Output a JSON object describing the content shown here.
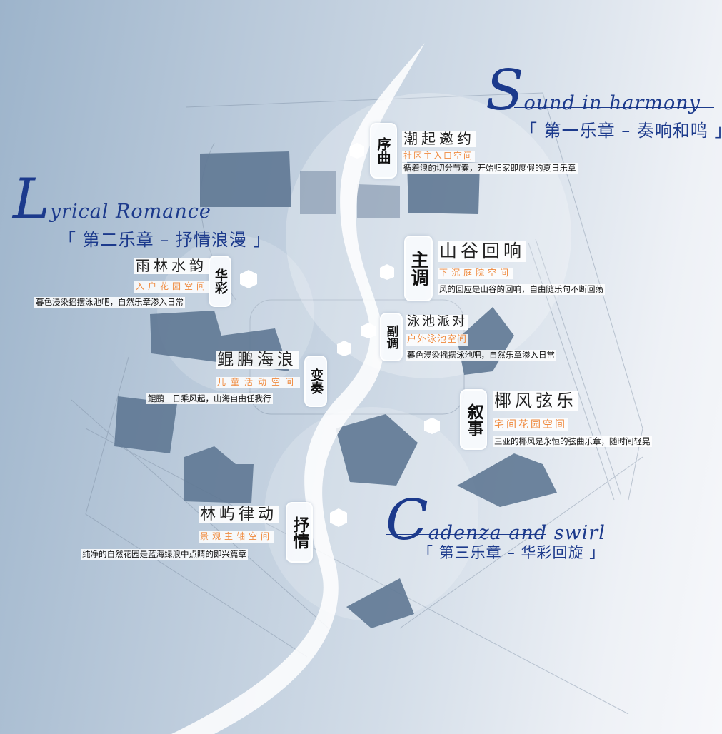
{
  "chapters": [
    {
      "script_cap": "S",
      "script_rest": "ound in harmony",
      "title": "「 第一乐章 – 奏响和鸣 」"
    },
    {
      "script_cap": "L",
      "script_rest": "yrical Romance",
      "title": "「 第二乐章 – 抒情浪漫 」"
    },
    {
      "script_cap": "C",
      "script_rest": "adenza and swirl",
      "title": "「 第三乐章 – 华彩回旋 」"
    }
  ],
  "spots": [
    {
      "badge": "序曲",
      "title": "潮起邀约",
      "subtitle": "社区主入口空间",
      "desc": "循着浪的切分节奏，开始归家即度假的夏日乐章"
    },
    {
      "badge": "主调",
      "title": "山谷回响",
      "subtitle": "下沉庭院空间",
      "desc": "风的回应是山谷的回响，自由随乐句不断回荡"
    },
    {
      "badge": "华彩",
      "title": "雨林水韵",
      "subtitle": "入户花园空间",
      "desc": "暮色浸染摇摆泳池吧，自然乐章渗入日常"
    },
    {
      "badge": "副调",
      "title": "泳池派对",
      "subtitle": "户外泳池空间",
      "desc": "暮色浸染摇摆泳池吧，自然乐章渗入日常"
    },
    {
      "badge": "变奏",
      "title": "鲲鹏海浪",
      "subtitle": "儿童活动空间",
      "desc": "鲲鹏一日乘风起，山海自由任我行"
    },
    {
      "badge": "叙事",
      "title": "椰风弦乐",
      "subtitle": "宅间花园空间",
      "desc": "三亚的椰风是永恒的弦曲乐章，随时间轻晃"
    },
    {
      "badge": "抒情",
      "title": "林屿律动",
      "subtitle": "景观主轴空间",
      "desc": "纯净的自然花园是蓝海绿浪中点睛的即兴篇章"
    }
  ],
  "colors": {
    "accent": "#1c3a8c",
    "subtitle": "#ef8a3e",
    "building": "#5f7893"
  }
}
